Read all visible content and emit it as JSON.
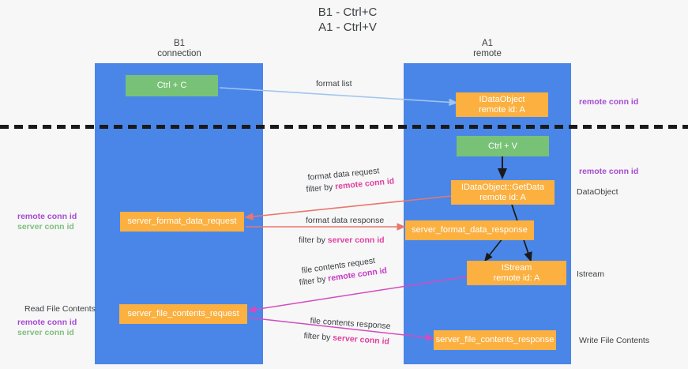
{
  "title": "B1 - Ctrl+C\nA1 - Ctrl+V",
  "lanes": [
    {
      "name": "B1",
      "sub": "connection",
      "header": "B1\nconnection"
    },
    {
      "name": "A1",
      "sub": "remote",
      "header": "A1\nremote"
    }
  ],
  "boxes": {
    "ctrl_c": "Ctrl + C",
    "ctrl_v": "Ctrl + V",
    "idataobject": "IDataObject\nremote id: A",
    "getdata": "IDataObject::GetData\nremote id: A",
    "istream": "IStream\nremote id: A",
    "server_format_data_request": "server_format_data_request",
    "server_format_data_response": "server_format_data_response",
    "server_file_contents_request": "server_file_contents_request",
    "server_file_contents_response": "server_file_contents_response"
  },
  "edge_labels": {
    "format_list": "format list",
    "format_data_request": "format data request",
    "format_data_request_filter_prefix": "filter by ",
    "format_data_request_filter_key": "remote conn id",
    "format_data_response": "format data response",
    "format_data_response_filter_prefix": "filter by ",
    "format_data_response_filter_key": "server conn id",
    "file_contents_request": "file contents request",
    "file_contents_request_filter_prefix": "filter by ",
    "file_contents_request_filter_key": "remote conn id",
    "file_contents_response": "file contents response",
    "file_contents_response_filter_prefix": "filter by ",
    "file_contents_response_filter_key": "server conn id"
  },
  "annotations": {
    "remote_conn_id_top": "remote conn id",
    "remote_conn_id_mid": "remote conn id",
    "dataobject": "DataObject",
    "istream_label": "Istream",
    "write_file_contents": "Write File Contents",
    "read_file_contents": "Read File Contents",
    "left_mid_remote": "remote conn id",
    "left_mid_server": "server conn id",
    "left_bottom_remote": "remote conn id",
    "left_bottom_server": "server conn id"
  },
  "colors": {
    "lane": "#4a86e8",
    "green_box": "#77c277",
    "orange_box": "#fbb040",
    "purple": "#a64ad1",
    "green_text": "#7fbf7f",
    "pink": "#e040a0",
    "magenta": "#c738c7",
    "red_arrow": "#e8776e",
    "blue_arrow": "#9fc5f0",
    "black": "#1a1a1a",
    "background": "#f7f7f7"
  }
}
